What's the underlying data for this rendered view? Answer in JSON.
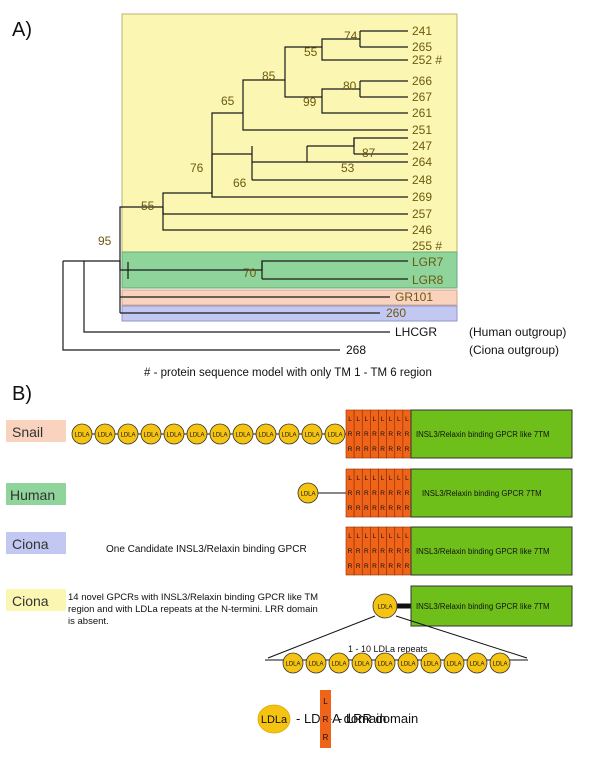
{
  "panel_a": {
    "label": "A)",
    "leaves": [
      "241",
      "265",
      "252 #",
      "266",
      "267",
      "261",
      "251",
      "247",
      "264",
      "248",
      "269",
      "257",
      "246",
      "255 #",
      "LGR7",
      "LGR8",
      "GR101",
      "260",
      "LHCGR",
      "268"
    ],
    "bootstrap": [
      "74",
      "55",
      "85",
      "80",
      "99",
      "65",
      "87",
      "53",
      "66",
      "76",
      "55",
      "95",
      "70"
    ],
    "outgroup_labels": [
      "(Human outgroup)",
      "(Ciona outgroup)"
    ],
    "footnote": "# - protein sequence model with only  TM 1 - TM 6 region",
    "colors": {
      "yellow": "#fbf7b2",
      "green": "#8fd49a",
      "salmon": "#f9d3bd",
      "lavender": "#c2c8f2",
      "label_text": "#6b5a12"
    }
  },
  "panel_b": {
    "label": "B)",
    "rows": [
      {
        "species": "Snail",
        "tm_label": "INSL3/Relaxin binding GPCR like 7TM"
      },
      {
        "species": "Human",
        "tm_label": "INSL3/Relaxin binding GPCR 7TM"
      },
      {
        "species": "Ciona",
        "note": "One Candidate INSL3/Relaxin binding GPCR",
        "tm_label": "INSL3/Relaxin binding GPCR like 7TM"
      },
      {
        "species": "Ciona",
        "note_lines": [
          "14 novel GPCRs with INSL3/Relaxin binding GPCR like TM",
          "region and with LDLa repeats at the N-termini. LRR domain",
          "is absent."
        ],
        "tm_label": "INSL3/Relaxin binding GPCR like 7TM"
      }
    ],
    "ldla_text": "LDLA",
    "lrr_letters": [
      "L",
      "R",
      "R"
    ],
    "repeats_caption": "1 - 10 LDLa repeats",
    "legend": {
      "ldla_symbol": "LDLa",
      "ldla_desc": "- LDL-A domain",
      "lrr_desc": "- LRR domain"
    },
    "colors": {
      "ldla": "#f5c312",
      "lrr": "#f0641a",
      "tm": "#6fbf1a"
    }
  }
}
